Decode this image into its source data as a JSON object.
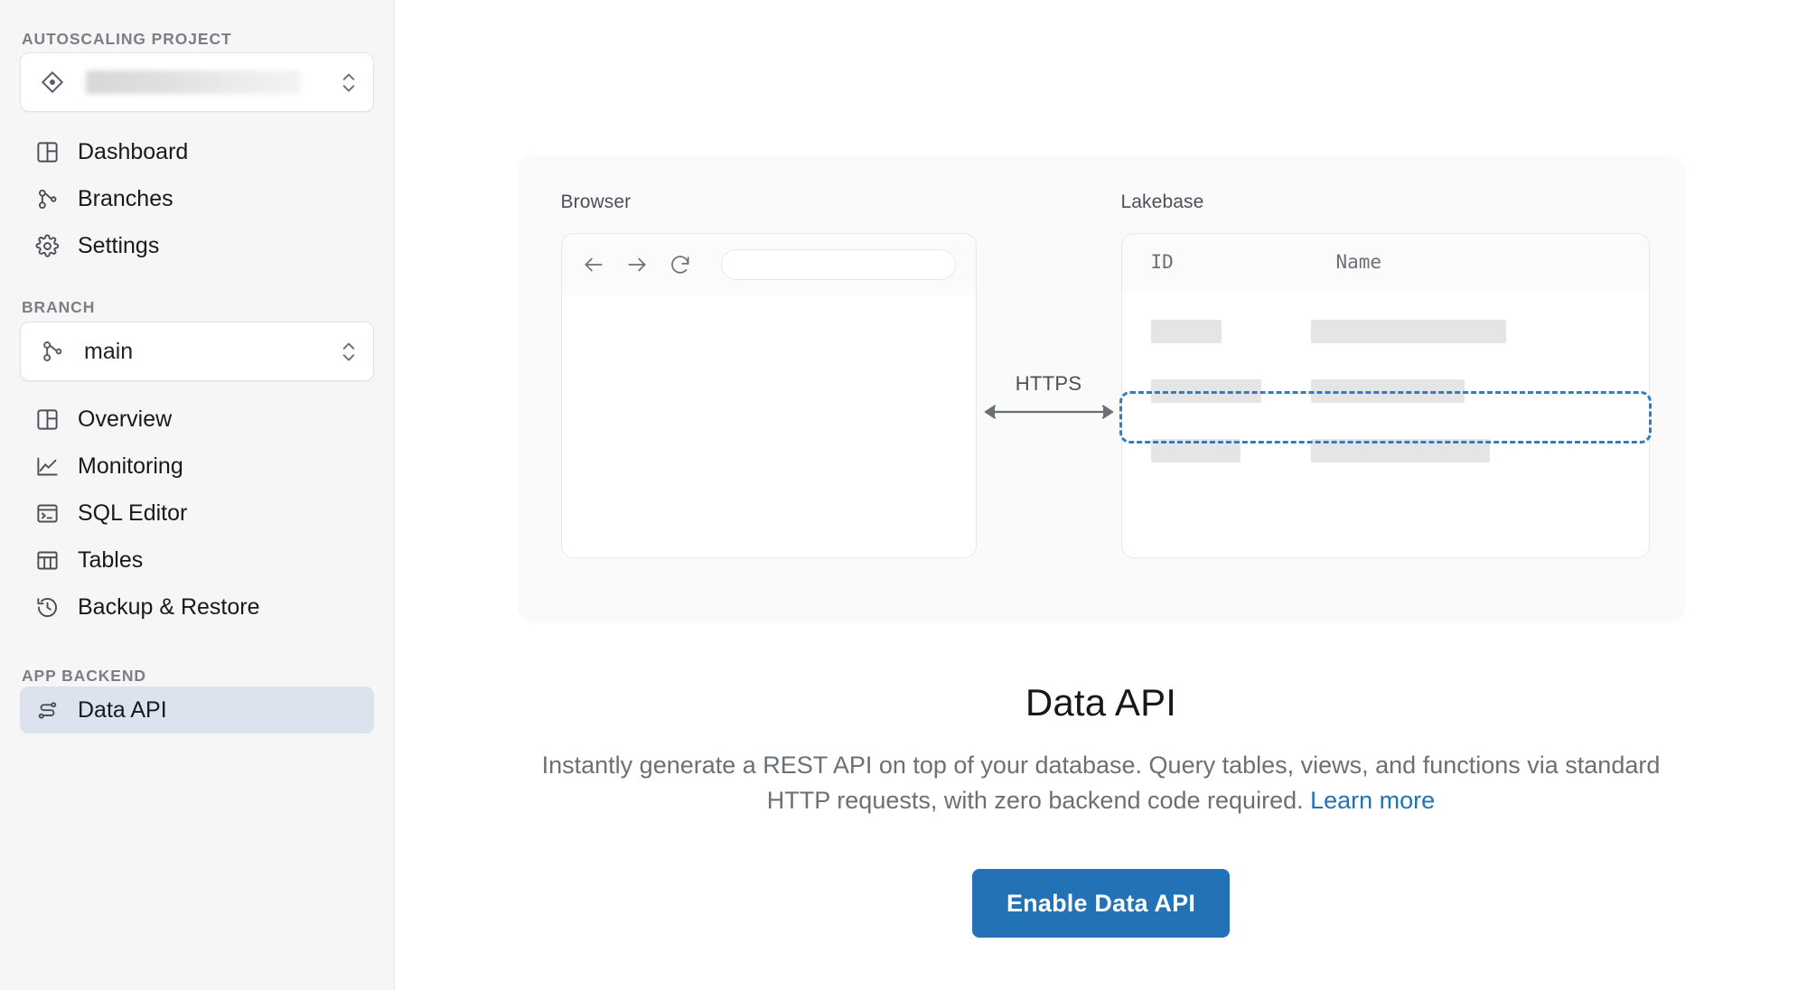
{
  "sidebar": {
    "project_section_label": "AUTOSCALING PROJECT",
    "project_selector": {
      "icon": "project-diamond-icon",
      "value": "",
      "redacted": true
    },
    "project_nav": [
      {
        "icon": "dashboard-grid-icon",
        "label": "Dashboard",
        "active": false
      },
      {
        "icon": "branch-icon",
        "label": "Branches",
        "active": false
      },
      {
        "icon": "gear-icon",
        "label": "Settings",
        "active": false
      }
    ],
    "branch_section_label": "BRANCH",
    "branch_selector": {
      "icon": "branch-icon",
      "value": "main"
    },
    "branch_nav": [
      {
        "icon": "overview-grid-icon",
        "label": "Overview",
        "active": false
      },
      {
        "icon": "monitoring-chart-icon",
        "label": "Monitoring",
        "active": false
      },
      {
        "icon": "sql-editor-terminal-icon",
        "label": "SQL Editor",
        "active": false
      },
      {
        "icon": "tables-icon",
        "label": "Tables",
        "active": false
      },
      {
        "icon": "backup-restore-clock-icon",
        "label": "Backup & Restore",
        "active": false
      }
    ],
    "app_backend_section_label": "APP BACKEND",
    "app_backend_nav": [
      {
        "icon": "data-api-nodes-icon",
        "label": "Data API",
        "active": true
      }
    ]
  },
  "main": {
    "illustration": {
      "browser_caption": "Browser",
      "lakebase_caption": "Lakebase",
      "transport_label": "HTTPS",
      "browser_controls": [
        {
          "icon": "arrow-left-icon"
        },
        {
          "icon": "arrow-right-icon"
        },
        {
          "icon": "reload-icon"
        }
      ],
      "table_columns": [
        "ID",
        "Name"
      ],
      "table_rows": [
        {
          "id_width": "short",
          "name_width": "long",
          "highlighted": false
        },
        {
          "id_width": "medium",
          "name_width": "medium",
          "highlighted": true
        },
        {
          "id_width": "short2",
          "name_width": "long2",
          "highlighted": false
        }
      ],
      "highlight_color": "#2f7ec4"
    },
    "headline": "Data API",
    "description_part1": "Instantly generate a REST API on top of your database. Query tables, views, and functions via standard HTTP requests, with zero backend code required. ",
    "learn_more_label": "Learn more",
    "cta_label": "Enable Data API",
    "cta_color": "#2272b5",
    "link_color": "#2272b5"
  }
}
